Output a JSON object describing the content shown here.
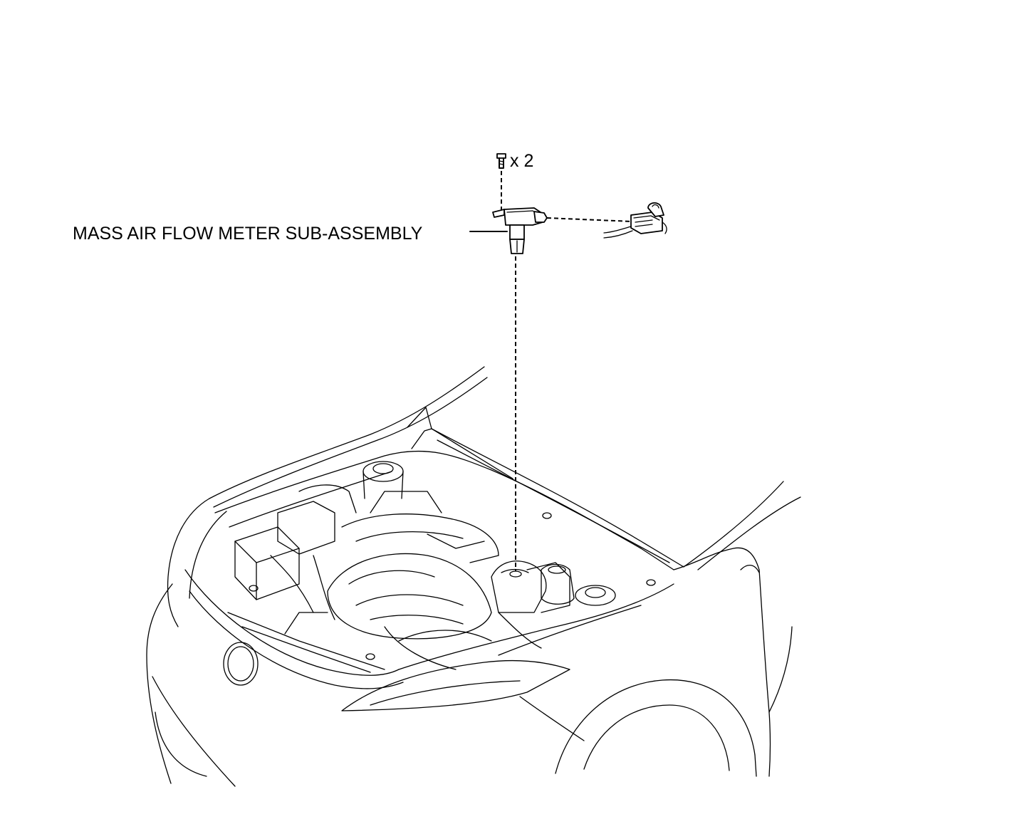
{
  "callouts": {
    "part_label": "MASS AIR FLOW METER SUB-ASSEMBLY",
    "bolt_count": "x 2"
  },
  "icons": {
    "bolt": "bolt-icon",
    "sensor": "mass-air-flow-meter-icon",
    "connector": "wire-harness-connector-icon",
    "vehicle": "vehicle-engine-bay-illustration"
  },
  "colors": {
    "ink": "#000000",
    "background": "#ffffff"
  }
}
